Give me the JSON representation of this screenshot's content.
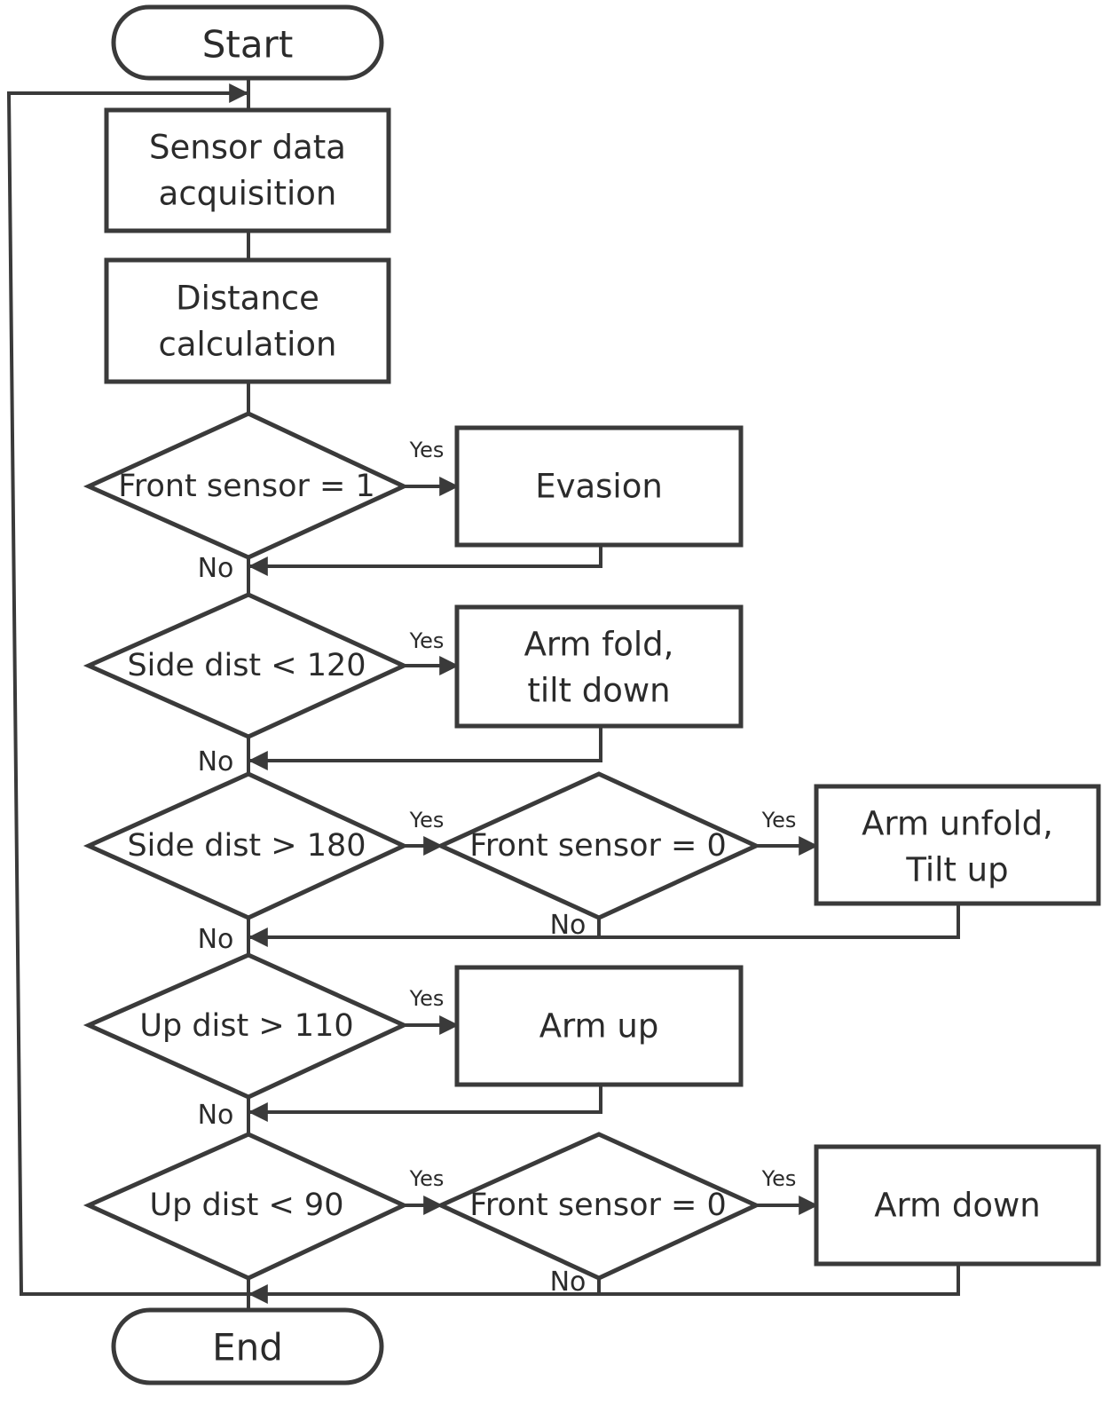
{
  "flowchart": {
    "start": "Start",
    "end": "End",
    "steps": {
      "sensor": [
        "Sensor data",
        "acquisition"
      ],
      "distance": [
        "Distance",
        "calculation"
      ],
      "evasion": [
        "Evasion"
      ],
      "fold": [
        "Arm fold,",
        "tilt down"
      ],
      "unfold": [
        "Arm unfold,",
        "Tilt up"
      ],
      "armup": [
        "Arm up"
      ],
      "armdown": [
        "Arm down"
      ]
    },
    "decisions": {
      "d1": "Front sensor = 1",
      "d2": "Side dist < 120",
      "d3": "Side dist > 180",
      "d3b": "Front sensor = 0",
      "d4": "Up dist > 110",
      "d5": "Up dist < 90",
      "d5b": "Front sensor = 0"
    },
    "yes_label": "Yes",
    "no_label": "No"
  }
}
